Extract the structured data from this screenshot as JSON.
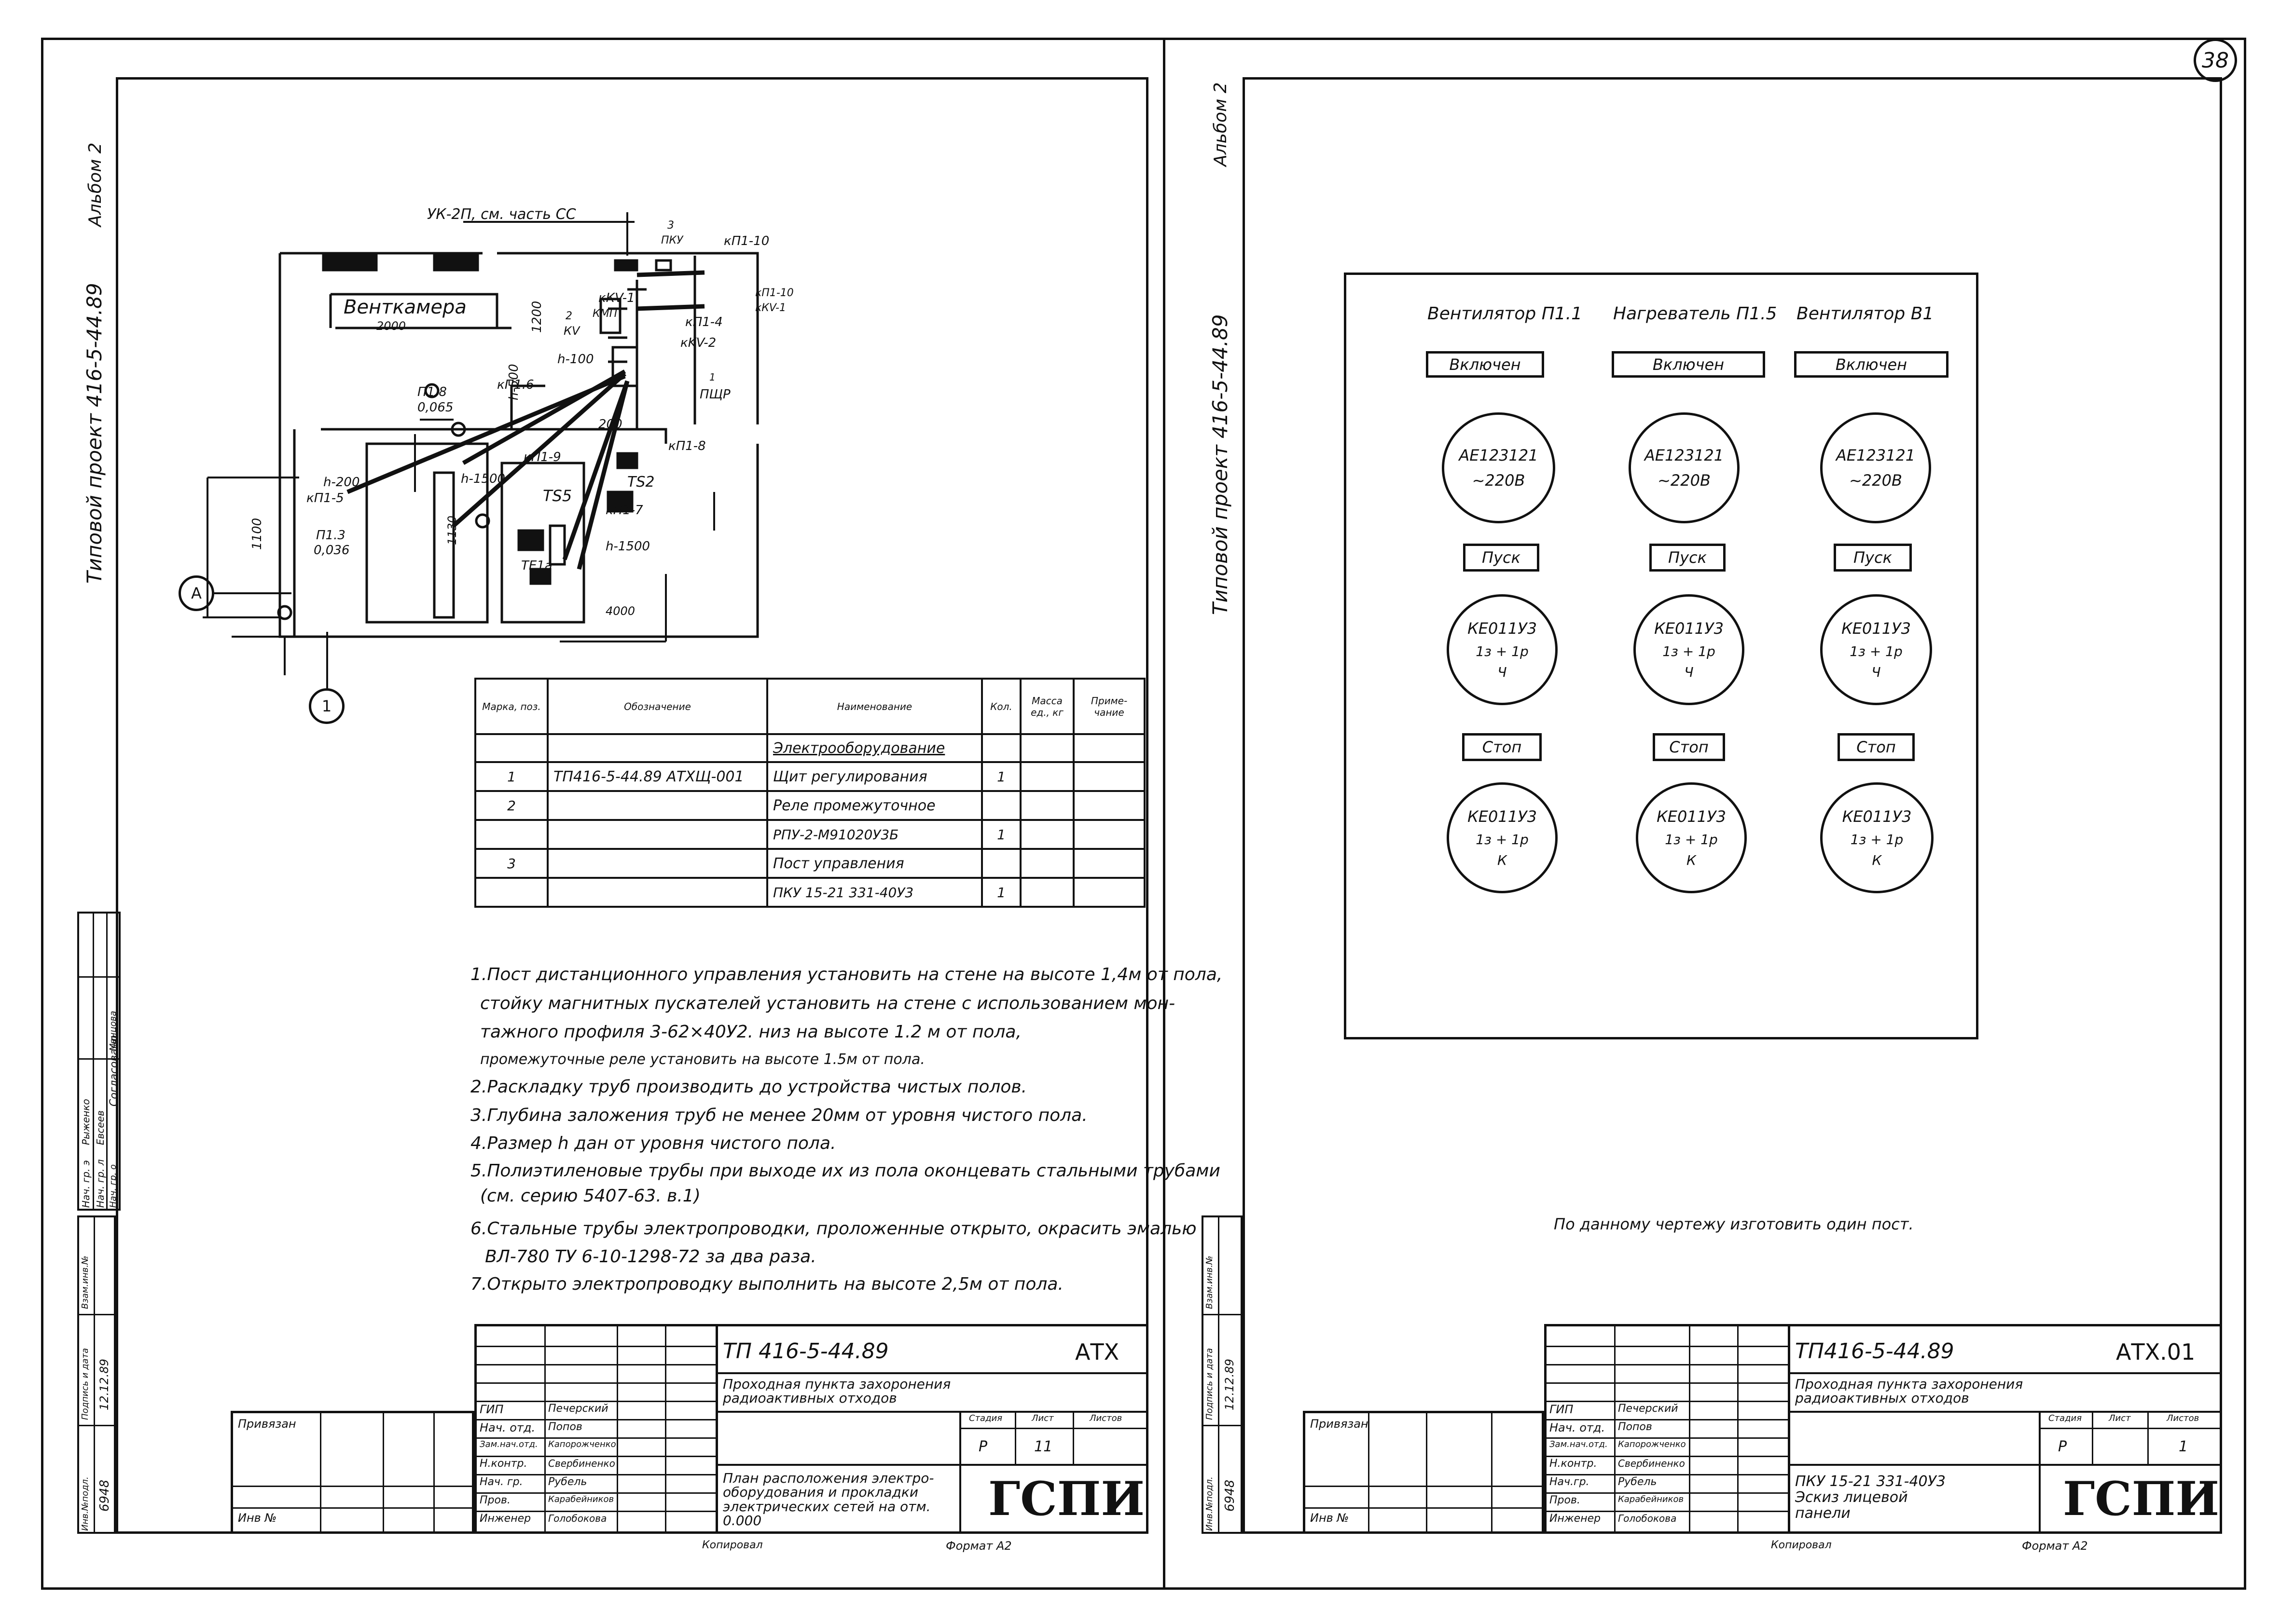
{
  "sheet_number": "38",
  "left": {
    "album_label": "Альбом 2",
    "project_label": "Типовой проект 416-5-44.89",
    "plan": {
      "top_label": "УК-2П, см. часть СС",
      "room_name": "Венткамера",
      "labels": [
        "2000",
        "3",
        "ПКУ",
        "кП1-10",
        "кП1-10",
        "кКV-1",
        "кКV-1",
        "1200",
        "2",
        "КV",
        "КМП",
        "кП1-4",
        "кKV-2",
        "h-100",
        "h-500",
        "ПЩР",
        "1",
        "П1.8",
        "0,065",
        "кП1.6",
        "200",
        "кП1-8",
        "кП1-9",
        "h-200",
        "h-1500",
        "кП1-5",
        "TS5",
        "TS2",
        "П1.3",
        "0,036",
        "кП1-7",
        "1100",
        "TE1a",
        "h-1500",
        "4000",
        "1130"
      ],
      "axis_a": "А",
      "axis_1": "1"
    },
    "spec_table": {
      "headers": [
        "Марка, поз.",
        "Обозначение",
        "Наименование",
        "Кол.",
        "Масса ед., кг",
        "Приме- чание"
      ],
      "rows": [
        [
          "",
          "",
          "Электрооборудование",
          "",
          "",
          ""
        ],
        [
          "1",
          "ТП416-5-44.89   АТХЩ-001",
          "Щит регулирования",
          "1",
          "",
          ""
        ],
        [
          "2",
          "",
          "Реле промежуточное",
          "",
          "",
          ""
        ],
        [
          "",
          "",
          "РПУ-2-М91020У3Б",
          "1",
          "",
          ""
        ],
        [
          "3",
          "",
          "Пост управления",
          "",
          "",
          ""
        ],
        [
          "",
          "",
          "ПКУ 15-21 331-40У3",
          "1",
          "",
          ""
        ]
      ]
    },
    "notes": [
      "1.Пост дистанционного управления установить на стене на высоте 1,4м от пола,",
      "стойку магнитных пускателей установить на стене с использованием мон-",
      "тажного профиля 3-62×40У2. низ на высоте 1.2 м от пола,",
      "промежуточные реле установить на высоте 1.5м от пола.",
      "2.Раскладку труб производить до устройства чистых полов.",
      "3.Глубина заложения труб не менее 20мм от уровня чистого пола.",
      "4.Размер h дан от уровня чистого пола.",
      "5.Полиэтиленовые трубы при выходе их из пола оконцевать стальными трубами",
      "(см. серию 5407-63. в.1)",
      "6.Стальные трубы электропроводки, проложенные открыто, окрасить эмалью",
      "ВЛ-780 ТУ 6-10-1298-72 за два раза.",
      "7.Открыто электропроводку выполнить на высоте 2,5м от пола."
    ],
    "approval": {
      "title": "Согласовано",
      "rows": [
        [
          "Нач. гр. л",
          "Евсеев"
        ],
        [
          "Нач. гр. э",
          "Рыженко"
        ],
        [
          "Нач. гр. о",
          "Манцова"
        ]
      ]
    },
    "side_stamp": [
      "Инв.№подл.",
      "Подпись и дата",
      "Взам.инв.№"
    ],
    "side_stamp_values": [
      "6948",
      "12.12.89"
    ],
    "title_block": {
      "code": "ТП 416-5-44.89",
      "suffix": "АТХ",
      "object": "Проходная пункта захоронения радиоактивных отходов",
      "sheet_title": "План расположения электро- оборудования и прокладки электрических сетей на отм. 0.000",
      "stage_headers": [
        "Стадия",
        "Лист",
        "Листов"
      ],
      "stage_values": [
        "Р",
        "11",
        ""
      ],
      "org": "ГСПИ",
      "roles": [
        "ГИП",
        "Нач. отд.",
        "Зам.нач.отд.",
        "Н.контр.",
        "Нач. гр.",
        "Пров.",
        "Инженер"
      ],
      "names": [
        "Печерский",
        "Попов",
        "Капорожченко",
        "Свербиненко",
        "Рубель",
        "Карабейников",
        "Голобокова"
      ],
      "privyazan": "Привязан",
      "inv_no": "Инв №",
      "kopiroval": "Копировал",
      "format": "Формат А2"
    }
  },
  "right": {
    "album_label": "Альбом 2",
    "project_label": "Типовой проект 416-5-44.89",
    "panel": {
      "columns": [
        {
          "title": "Вентилятор П1.1",
          "status": "Включен",
          "breaker": [
            "АЕ123121",
            "~220В"
          ],
          "start": "Пуск",
          "relay1": [
            "КЕ011У3",
            "1з + 1р",
            "Ч"
          ],
          "stop": "Стоп",
          "relay2": [
            "КЕ011У3",
            "1з + 1р",
            "К"
          ]
        },
        {
          "title": "Нагреватель П1.5",
          "status": "Включен",
          "breaker": [
            "АЕ123121",
            "~220В"
          ],
          "start": "Пуск",
          "relay1": [
            "КЕ011У3",
            "1з + 1р",
            "Ч"
          ],
          "stop": "Стоп",
          "relay2": [
            "КЕ011У3",
            "1з + 1р",
            "К"
          ]
        },
        {
          "title": "Вентилятор В1",
          "status": "Включен",
          "breaker": [
            "АЕ123121",
            "~220В"
          ],
          "start": "Пуск",
          "relay1": [
            "КЕ011У3",
            "1з + 1р",
            "Ч"
          ],
          "stop": "Стоп",
          "relay2": [
            "КЕ011У3",
            "1з + 1р",
            "К"
          ]
        }
      ]
    },
    "note": "По данному чертежу изготовить один пост.",
    "side_stamp": [
      "Инв.№подл.",
      "Подпись и дата",
      "Взам.инв.№"
    ],
    "side_stamp_values": [
      "6948",
      "12.12.89"
    ],
    "title_block": {
      "code": "ТП416-5-44.89",
      "suffix": "АТХ.01",
      "object": "Проходная пункта захоронения радиоактивных отходов",
      "sheet_title": "ПКУ 15-21 331-40У3 Эскиз лицевой панели",
      "stage_headers": [
        "Стадия",
        "Лист",
        "Листов"
      ],
      "stage_values": [
        "Р",
        "1",
        ""
      ],
      "org": "ГСПИ",
      "roles": [
        "ГИП",
        "Нач. отд.",
        "Зам.нач.отд.",
        "Н.контр.",
        "Нач.гр.",
        "Пров.",
        "Инженер"
      ],
      "names": [
        "Печерский",
        "Попов",
        "Капорожченко",
        "Свербиненко",
        "Рубель",
        "Карабейников",
        "Голобокова"
      ],
      "privyazan": "Привязан",
      "inv_no": "Инв №",
      "kopiroval": "Копировал",
      "format": "Формат А2"
    }
  }
}
